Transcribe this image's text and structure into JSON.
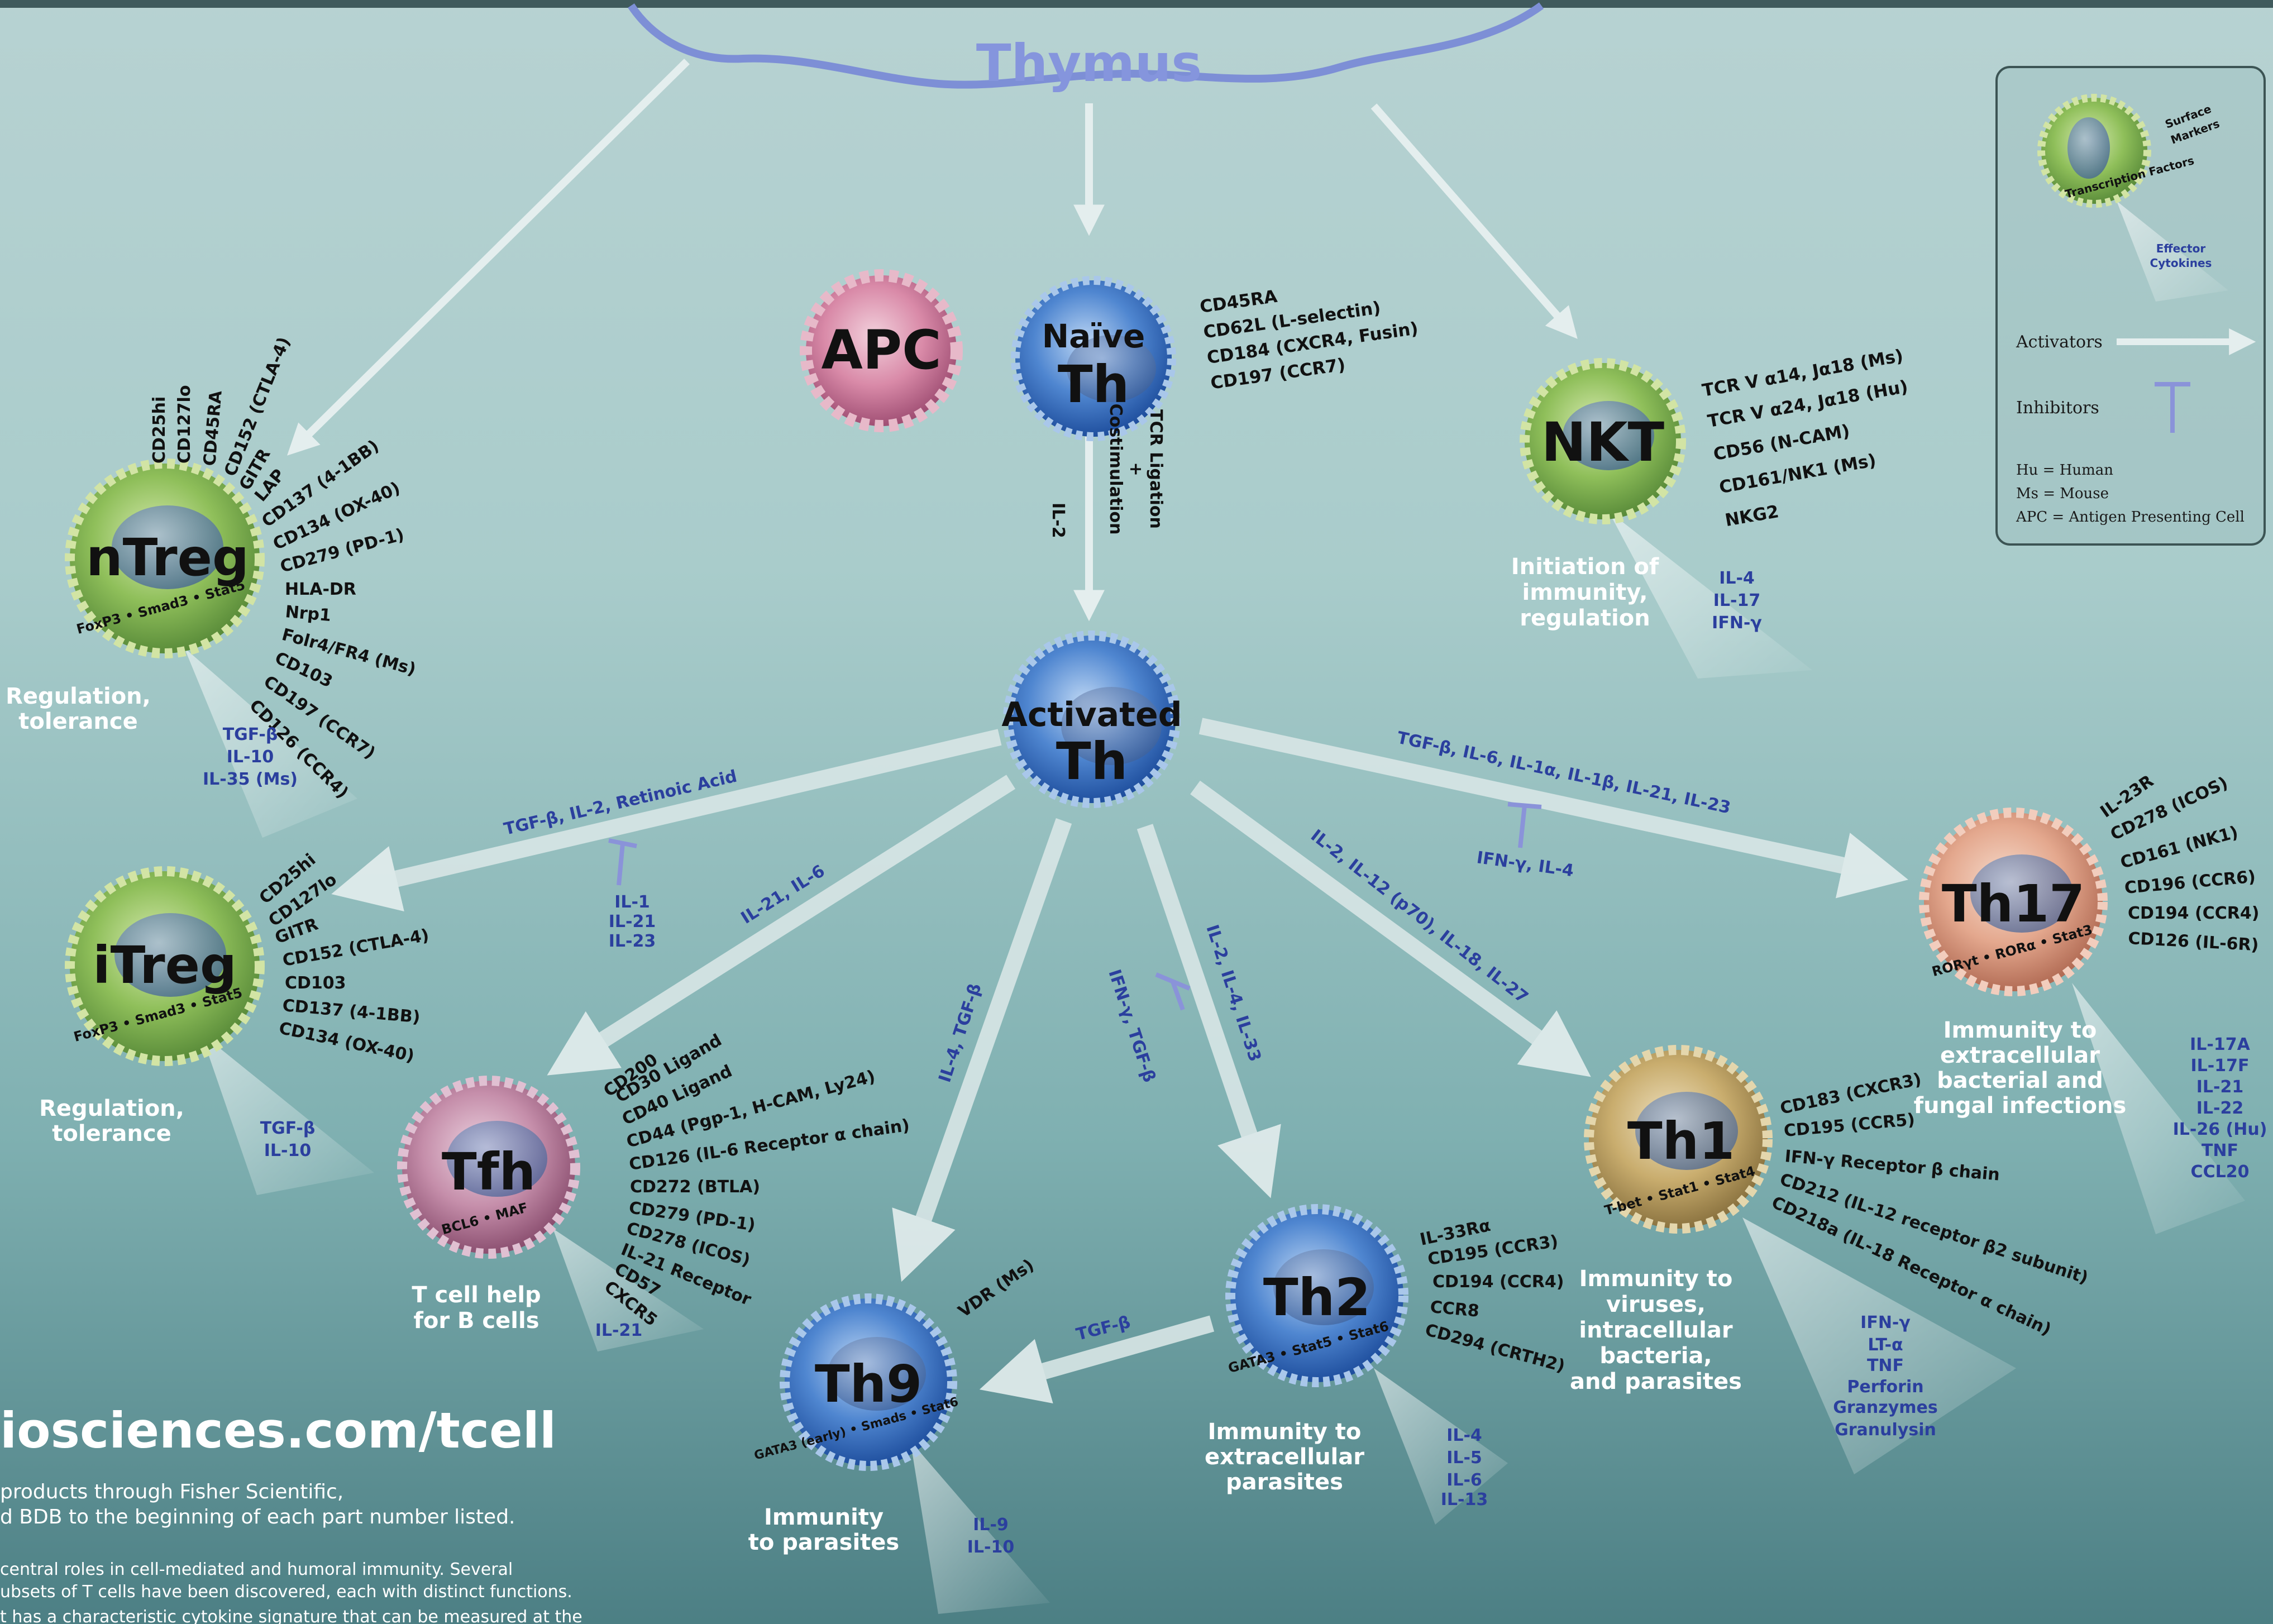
{
  "title": "Thymus",
  "footer": {
    "url": "iosciences.com/tcell",
    "line1": "products through Fisher Scientific,",
    "line2": "d BDB to the beginning of each part number listed.",
    "line3": "central roles in cell-mediated and humoral immunity. Several",
    "line4": "ubsets of T cells have been discovered, each with distinct functions.",
    "line5": "t has a characteristic cytokine signature that can be measured at the"
  },
  "legend": {
    "surface_markers": [
      "Surface",
      "Markers"
    ],
    "transcription_factors": "Transcription Factors",
    "effector_cytokines": [
      "Effector",
      "Cytokines"
    ],
    "activators": "Activators",
    "inhibitors": "Inhibitors",
    "abbrev": [
      "Hu = Human",
      "Ms = Mouse",
      "APC = Antigen Presenting Cell"
    ]
  },
  "cells": {
    "apc": {
      "name": "APC"
    },
    "naive": {
      "name1": "Naïve",
      "name2": "Th",
      "markers": [
        "CD45RA",
        "CD62L (L-selectin)",
        "CD184 (CXCR4, Fusin)",
        "CD197 (CCR7)"
      ]
    },
    "activated": {
      "name1": "Activated",
      "name2": "Th"
    },
    "nkt": {
      "name": "NKT",
      "markers": [
        "TCR V α14, Jα18 (Ms)",
        "TCR V α24, Jα18 (Hu)",
        "CD56 (N-CAM)",
        "CD161/NK1 (Ms)",
        "NKG2"
      ],
      "cytokines": [
        "IL-4",
        "IL-17",
        "IFN-γ"
      ],
      "function": [
        "Initiation of",
        "immunity,",
        "regulation"
      ]
    },
    "ntreg": {
      "name": "nTreg",
      "tf": "FoxP3 • Smad3 • Stat5",
      "markers": [
        "CD25hi",
        "CD127lo",
        "CD45RA",
        "CD152 (CTLA-4)",
        "GITR",
        "LAP",
        "CD137 (4-1BB)",
        "CD134 (OX-40)",
        "CD279 (PD-1)",
        "HLA-DR",
        "Nrp1",
        "Folr4/FR4 (Ms)",
        "CD103",
        "CD197 (CCR7)",
        "CD126 (CCR4)"
      ],
      "cytokines": [
        "TGF-β",
        "IL-10",
        "IL-35 (Ms)"
      ],
      "function": [
        "Regulation,",
        "tolerance"
      ]
    },
    "itreg": {
      "name": "iTreg",
      "tf": "FoxP3 • Smad3 • Stat5",
      "markers": [
        "CD25hi",
        "CD127lo",
        "GITR",
        "CD152 (CTLA-4)",
        "CD103",
        "CD137 (4-1BB)",
        "CD134 (OX-40)"
      ],
      "cytokines": [
        "TGF-β",
        "IL-10"
      ],
      "function": [
        "Regulation,",
        "tolerance"
      ]
    },
    "tfh": {
      "name": "Tfh",
      "tf": "BCL6 • MAF",
      "markers": [
        "CD200",
        "CD30 Ligand",
        "CD40 Ligand",
        "CD44 (Pgp-1, H-CAM, Ly24)",
        "CD126 (IL-6 Receptor α chain)",
        "CD272 (BTLA)",
        "CD279 (PD-1)",
        "CD278 (ICOS)",
        "IL-21 Receptor",
        "CD57",
        "CXCR5"
      ],
      "cytokines": [
        "IL-21"
      ],
      "function": [
        "T cell help",
        "for B cells"
      ]
    },
    "th9": {
      "name": "Th9",
      "tf": "GATA3 (early) • Smads • Stat6",
      "markers": [
        "VDR (Ms)"
      ],
      "cytokines": [
        "IL-9",
        "IL-10"
      ],
      "function": [
        "Immunity",
        "to parasites"
      ]
    },
    "th2": {
      "name": "Th2",
      "tf": "GATA3 • Stat5 • Stat6",
      "markers": [
        "IL-33Rα",
        "CD195 (CCR3)",
        "CD194 (CCR4)",
        "CCR8",
        "CD294 (CRTH2)"
      ],
      "cytokines": [
        "IL-4",
        "IL-5",
        "IL-6",
        "IL-13"
      ],
      "function": [
        "Immunity to",
        "extracellular",
        "parasites"
      ]
    },
    "th1": {
      "name": "Th1",
      "tf": "T-bet • Stat1 • Stat4",
      "markers": [
        "CD183 (CXCR3)",
        "CD195 (CCR5)",
        "IFN-γ Receptor β chain",
        "CD212 (IL-12 receptor β2 subunit)",
        "CD218a (IL-18 Receptor α chain)"
      ],
      "cytokines": [
        "IFN-γ",
        "LT-α",
        "TNF",
        "Perforin",
        "Granzymes",
        "Granulysin"
      ],
      "function": [
        "Immunity to",
        "viruses,",
        "intracellular",
        "bacteria,",
        "and parasites"
      ]
    },
    "th17": {
      "name": "Th17",
      "tf": "RORγt • RORα • Stat3",
      "markers": [
        "IL-23R",
        "CD278 (ICOS)",
        "CD161 (NK1)",
        "CD196 (CCR6)",
        "CD194 (CCR4)",
        "CD126 (IL-6R)"
      ],
      "cytokines": [
        "IL-17A",
        "IL-17F",
        "IL-21",
        "IL-22",
        "IL-26 (Hu)",
        "TNF",
        "CCL20"
      ],
      "function": [
        "Immunity to",
        "extracellular",
        "bacterial and",
        "fungal infections"
      ]
    }
  },
  "signals": {
    "il2": "IL-2",
    "tcr1": "TCR Ligation",
    "tcr2": "+",
    "tcr3": "Costimulation",
    "itreg_act": "TGF-β, IL-2, Retinoic Acid",
    "itreg_inh": [
      "IL-1",
      "IL-21",
      "IL-23"
    ],
    "tfh_act": "IL-21, IL-6",
    "th9_act": "IL-4, TGF-β",
    "th2_act": "IL-2, IL-4, IL-33",
    "th2_inh": "IFN-γ, TGF-β",
    "th1_act": "IL-2, IL-12 (p70), IL-18, IL-27",
    "th17_act": "TGF-β, IL-6, IL-1α, IL-1β, IL-21, IL-23",
    "th17_inh": "IFN-γ, IL-4",
    "th9_from_th2": "TGF-β"
  }
}
